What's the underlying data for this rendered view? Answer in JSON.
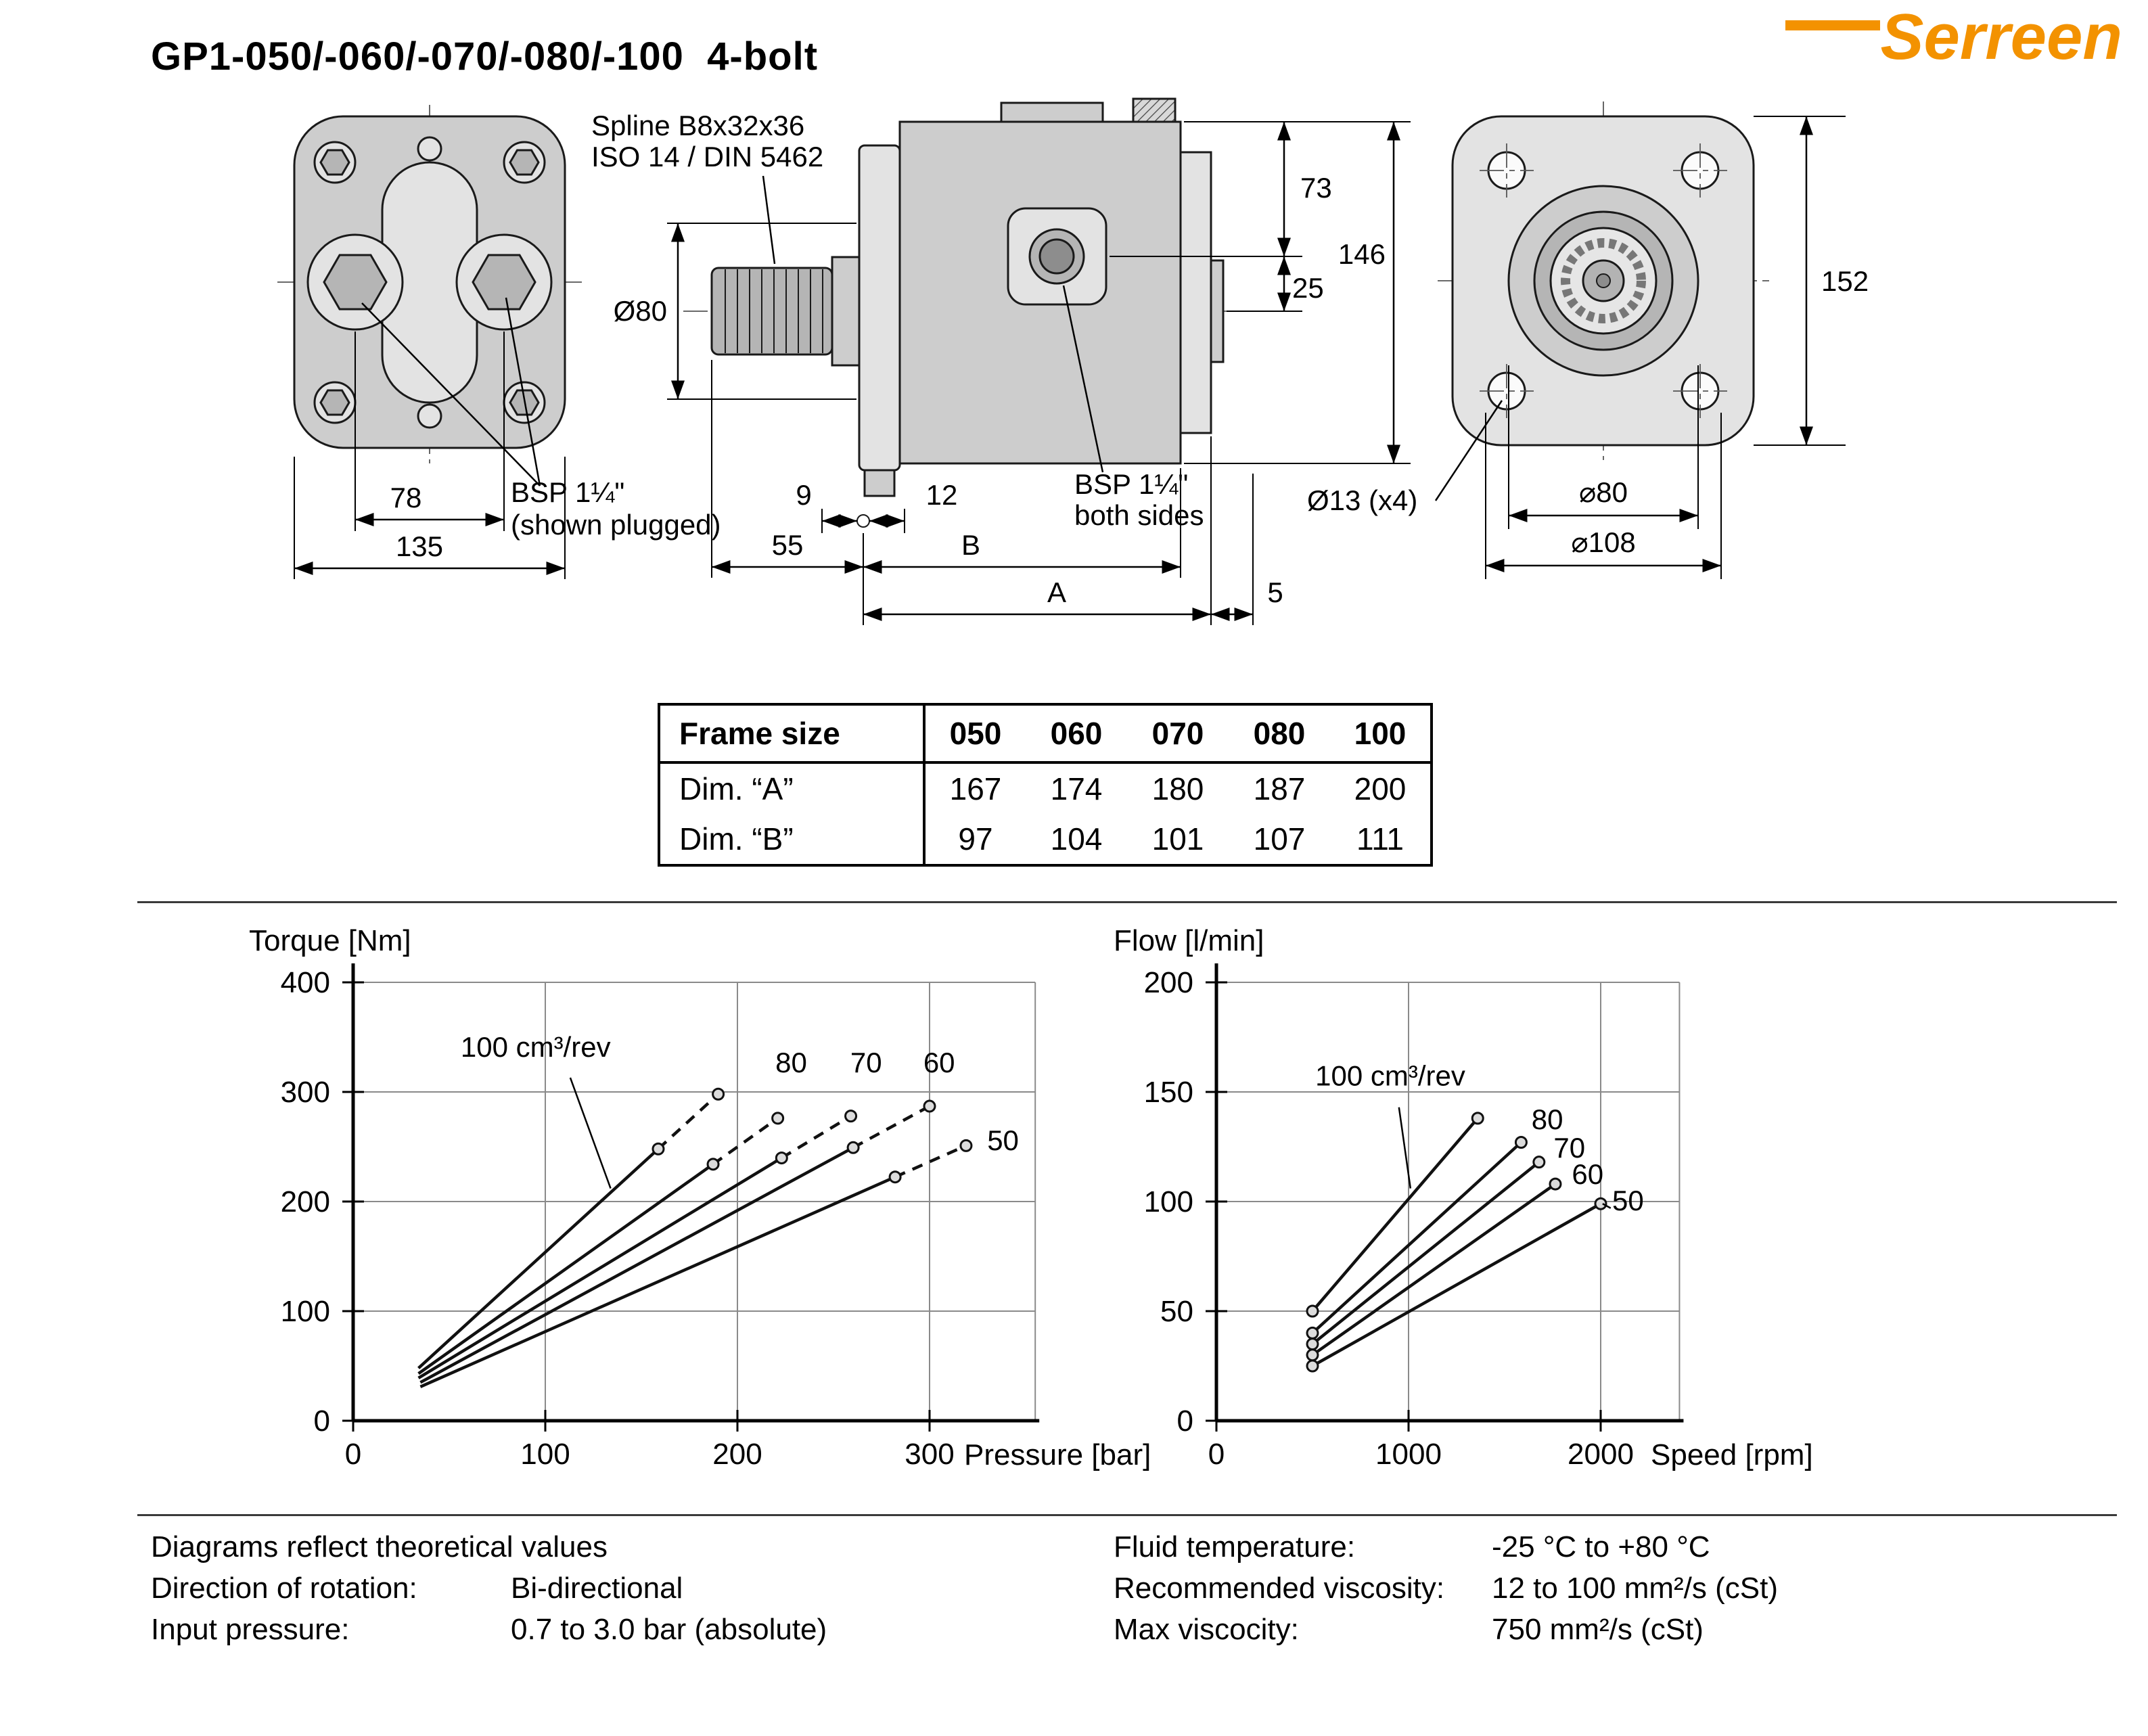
{
  "page": {
    "title": "GP1-050/-060/-070/-080/-100  4-bolt",
    "brand": "Serreen",
    "brand_color": "#F39200"
  },
  "drawings": {
    "front": {
      "dim_78": "78",
      "dim_135": "135",
      "bsp_line1": "BSP 1¼\"",
      "bsp_line2": "(shown plugged)"
    },
    "side": {
      "spline_line1": "Spline B8x32x36",
      "spline_line2": "ISO 14 / DIN 5462",
      "dim_d80": "Ø80",
      "dim_73": "73",
      "dim_146": "146",
      "dim_25": "25",
      "dim_9": "9",
      "dim_12": "12",
      "dim_55": "55",
      "dim_B": "B",
      "dim_A": "A",
      "dim_5": "5",
      "bsp_line1": "BSP 1¼\"",
      "bsp_line2": "both sides"
    },
    "rear": {
      "dim_152": "152",
      "dim_d13": "Ø13 (x4)",
      "dim_d80": "⌀80",
      "dim_d108": "⌀108"
    }
  },
  "table": {
    "header": [
      "Frame size",
      "050",
      "060",
      "070",
      "080",
      "100"
    ],
    "rows": [
      {
        "label": "Dim. “A”",
        "values": [
          "167",
          "174",
          "180",
          "187",
          "200"
        ]
      },
      {
        "label": "Dim. “B”",
        "values": [
          "97",
          "104",
          "101",
          "107",
          "111"
        ]
      }
    ]
  },
  "chart_data": [
    {
      "type": "line",
      "title": "Torque [Nm]",
      "xlabel": "Pressure [bar]",
      "ylabel": "Torque [Nm]",
      "xlim": [
        0,
        355
      ],
      "ylim": [
        0,
        400
      ],
      "x_ticks": [
        0,
        100,
        200,
        300
      ],
      "y_ticks": [
        0,
        100,
        200,
        300,
        400
      ],
      "grid": true,
      "legend_position": "inline-labels",
      "series": [
        {
          "name": "100 cm³/rev",
          "points": [
            [
              34,
              48
            ],
            [
              190,
              298
            ]
          ],
          "dash_frac": 0.8,
          "marker_start": false
        },
        {
          "name": "80 cm³/rev",
          "points": [
            [
              34,
              43
            ],
            [
              221,
              276
            ]
          ],
          "dash_frac": 0.82,
          "marker_start": false
        },
        {
          "name": "70 cm³/rev",
          "points": [
            [
              34,
              39
            ],
            [
              259,
              278
            ]
          ],
          "dash_frac": 0.84,
          "marker_start": false
        },
        {
          "name": "60 cm³/rev",
          "points": [
            [
              35,
              35
            ],
            [
              300,
              287
            ]
          ],
          "dash_frac": 0.85,
          "marker_start": false
        },
        {
          "name": "50 cm³/rev",
          "points": [
            [
              35,
              31
            ],
            [
              319,
              251
            ]
          ],
          "dash_frac": 0.87,
          "marker_start": false
        }
      ],
      "annotations": [
        {
          "text": "100 cm³/rev",
          "x": 95,
          "y": 332,
          "anchor": "middle",
          "leader": [
            [
              113,
              313
            ],
            [
              134,
              212
            ]
          ]
        },
        {
          "text": "80",
          "x": 228,
          "y": 318,
          "anchor": "middle"
        },
        {
          "text": "70",
          "x": 267,
          "y": 318,
          "anchor": "middle"
        },
        {
          "text": "60",
          "x": 305,
          "y": 318,
          "anchor": "middle"
        },
        {
          "text": "50",
          "x": 330,
          "y": 247,
          "anchor": "start"
        }
      ]
    },
    {
      "type": "line",
      "title": "Flow [l/min]",
      "xlabel": "Speed [rpm]",
      "ylabel": "Flow [l/min]",
      "xlim": [
        0,
        2410
      ],
      "ylim": [
        0,
        200
      ],
      "x_ticks": [
        0,
        1000,
        2000
      ],
      "y_ticks": [
        0,
        50,
        100,
        150,
        200
      ],
      "grid": true,
      "legend_position": "inline-labels",
      "series": [
        {
          "name": "100 cm³/rev",
          "points": [
            [
              500,
              50
            ],
            [
              1360,
              138
            ]
          ],
          "dash_frac": 1,
          "marker_start": true
        },
        {
          "name": "80 cm³/rev",
          "points": [
            [
              500,
              40
            ],
            [
              1586,
              127
            ]
          ],
          "dash_frac": 1,
          "marker_start": true
        },
        {
          "name": "70 cm³/rev",
          "points": [
            [
              500,
              35
            ],
            [
              1679,
              118
            ]
          ],
          "dash_frac": 1,
          "marker_start": true
        },
        {
          "name": "60 cm³/rev",
          "points": [
            [
              500,
              30
            ],
            [
              1764,
              108
            ]
          ],
          "dash_frac": 1,
          "marker_start": true
        },
        {
          "name": "50 cm³/rev",
          "points": [
            [
              500,
              25
            ],
            [
              2000,
              99
            ]
          ],
          "dash_frac": 1,
          "marker_start": true
        }
      ],
      "annotations": [
        {
          "text": "100 cm³/rev",
          "x": 905,
          "y": 153,
          "anchor": "middle",
          "leader": [
            [
              950,
              143
            ],
            [
              1010,
              106
            ]
          ]
        },
        {
          "text": "80",
          "x": 1640,
          "y": 133,
          "anchor": "start"
        },
        {
          "text": "70",
          "x": 1755,
          "y": 120,
          "anchor": "start"
        },
        {
          "text": "60",
          "x": 1850,
          "y": 108,
          "anchor": "start"
        },
        {
          "text": "50",
          "x": 2060,
          "y": 96,
          "anchor": "start",
          "leader": [
            [
              2010,
              99
            ],
            [
              2052,
              97
            ]
          ]
        }
      ]
    }
  ],
  "footer": {
    "rows_left": [
      {
        "label": "Diagrams reflect theoretical values",
        "value": ""
      },
      {
        "label": "Direction of rotation:",
        "value": "Bi-directional"
      },
      {
        "label": "Input pressure:",
        "value": "0.7 to 3.0 bar (absolute)"
      }
    ],
    "rows_right": [
      {
        "label": "Fluid temperature:",
        "value": "-25 °C to +80 °C"
      },
      {
        "label": "Recommended viscosity:",
        "value": "12 to 100 mm²/s (cSt)"
      },
      {
        "label": "Max viscocity:",
        "value": "750 mm²/s (cSt)"
      }
    ]
  }
}
